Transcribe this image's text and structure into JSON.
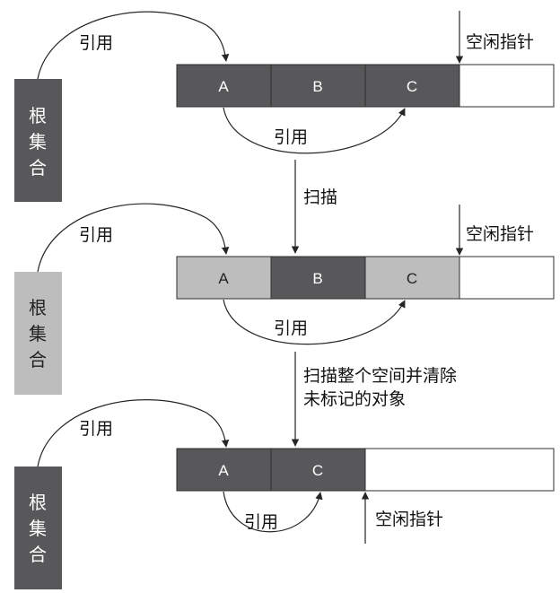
{
  "colors": {
    "dark": "#58585a",
    "light": "#bdbdbd",
    "outline": "#2e2e2e",
    "arrow": "#262626",
    "white_text": "#ffffff",
    "dark_text": "#222222"
  },
  "stage1": {
    "root_label": [
      "根",
      "集",
      "合"
    ],
    "root_ref_label": "引用",
    "free_pointer_label": "空闲指针",
    "cells": [
      {
        "label": "A",
        "marked": false
      },
      {
        "label": "B",
        "marked": false
      },
      {
        "label": "C",
        "marked": false
      }
    ],
    "inner_ref_label": "引用"
  },
  "transition1": {
    "label": "扫描"
  },
  "stage2": {
    "root_label": [
      "根",
      "集",
      "合"
    ],
    "root_ref_label": "引用",
    "free_pointer_label": "空闲指针",
    "cells": [
      {
        "label": "A",
        "marked": true
      },
      {
        "label": "B",
        "marked": false
      },
      {
        "label": "C",
        "marked": true
      }
    ],
    "inner_ref_label": "引用"
  },
  "transition2": {
    "line1": "扫描整个空间并清除",
    "line2": "未标记的对象"
  },
  "stage3": {
    "root_label": [
      "根",
      "集",
      "合"
    ],
    "root_ref_label": "引用",
    "free_pointer_label": "空闲指针",
    "cells": [
      {
        "label": "A",
        "marked": false
      },
      {
        "label": "C",
        "marked": false
      }
    ],
    "inner_ref_label": "引用"
  }
}
